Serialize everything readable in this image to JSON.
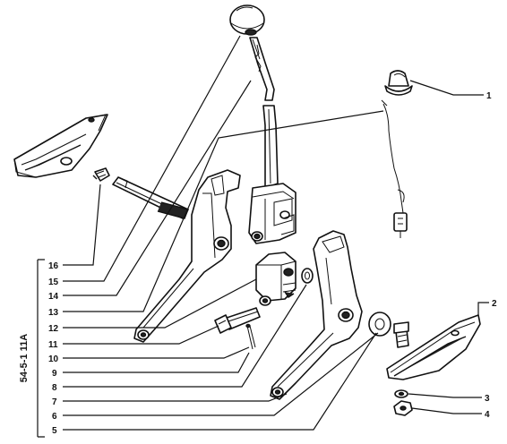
{
  "drawing": {
    "catalog_code": "54-5-1 11А",
    "callouts": [
      {
        "number": "1"
      },
      {
        "number": "2"
      },
      {
        "number": "3"
      },
      {
        "number": "4"
      },
      {
        "number": "5"
      },
      {
        "number": "6"
      },
      {
        "number": "7"
      },
      {
        "number": "8"
      },
      {
        "number": "9"
      },
      {
        "number": "10"
      },
      {
        "number": "11"
      },
      {
        "number": "12"
      },
      {
        "number": "13"
      },
      {
        "number": "14"
      },
      {
        "number": "15"
      },
      {
        "number": "16"
      }
    ]
  }
}
